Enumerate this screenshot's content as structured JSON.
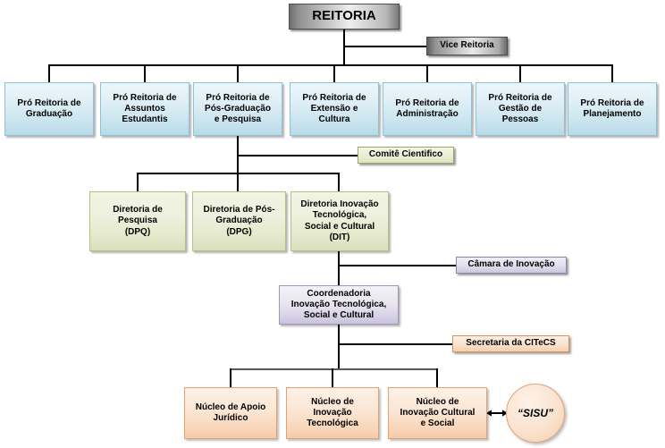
{
  "diagram": {
    "title": "Organograma REITORIA",
    "nodes": {
      "reitoria": {
        "label": "REITORIA",
        "color": "#8f8f8f"
      },
      "vice_reitoria": {
        "label": "Vice Reitoria",
        "color": "#8f8f8f"
      },
      "pr_graduacao": {
        "label": "Pró Reitoria de\nGraduação",
        "color": "#cfe7f0"
      },
      "pr_assuntos": {
        "label": "Pró Reitoria de\nAssuntos\nEstudantis",
        "color": "#cfe7f0"
      },
      "pr_pos": {
        "label": "Pró Reitoria de\nPós-Graduação\ne Pesquisa",
        "color": "#cfe7f0"
      },
      "pr_extensao": {
        "label": "Pró Reitoria de\nExtensão e\nCultura",
        "color": "#cfe7f0"
      },
      "pr_administracao": {
        "label": "Pró Reitoria de\nAdministração",
        "color": "#cfe7f0"
      },
      "pr_gestao": {
        "label": "Pró Reitoria de\nGestão de\nPessoas",
        "color": "#cfe7f0"
      },
      "pr_planejamento": {
        "label": "Pró Reitoria de\nPlanejamento",
        "color": "#cfe7f0"
      },
      "comite_cientifico": {
        "label": "Comitê Cientifico",
        "color": "#e4e9cc"
      },
      "dpq": {
        "label": "Diretoria de\nPesquisa\n(DPQ)",
        "color": "#e4e9cc"
      },
      "dpg": {
        "label": "Diretoria de Pós-\nGraduação\n(DPG)",
        "color": "#e4e9cc"
      },
      "dit": {
        "label": "Diretoria Inovação\nTecnológica,\nSocial e Cultural\n(DIT)",
        "color": "#e4e9cc"
      },
      "camara_inovacao": {
        "label": "Câmara de Inovação",
        "color": "#d8d2e6"
      },
      "coordenadoria": {
        "label": "Coordenadoria\nInovação Tecnológica,\nSocial e Cultural",
        "color": "#d8d2e6"
      },
      "secretaria_citecs": {
        "label": "Secretaria da CITeCS",
        "color": "#f8d6ba"
      },
      "nucleo_juridico": {
        "label": "Núcleo de Apoio\nJurídico",
        "color": "#f8d6ba"
      },
      "nucleo_tecnologica": {
        "label": "Núcleo de\nInovação\nTecnológica",
        "color": "#f8d6ba"
      },
      "nucleo_cultural": {
        "label": "Núcleo de\nInovação Cultural\ne Social",
        "color": "#f8d6ba"
      },
      "sisu": {
        "label": "“SISU”",
        "color": "#f6cdac"
      }
    }
  }
}
